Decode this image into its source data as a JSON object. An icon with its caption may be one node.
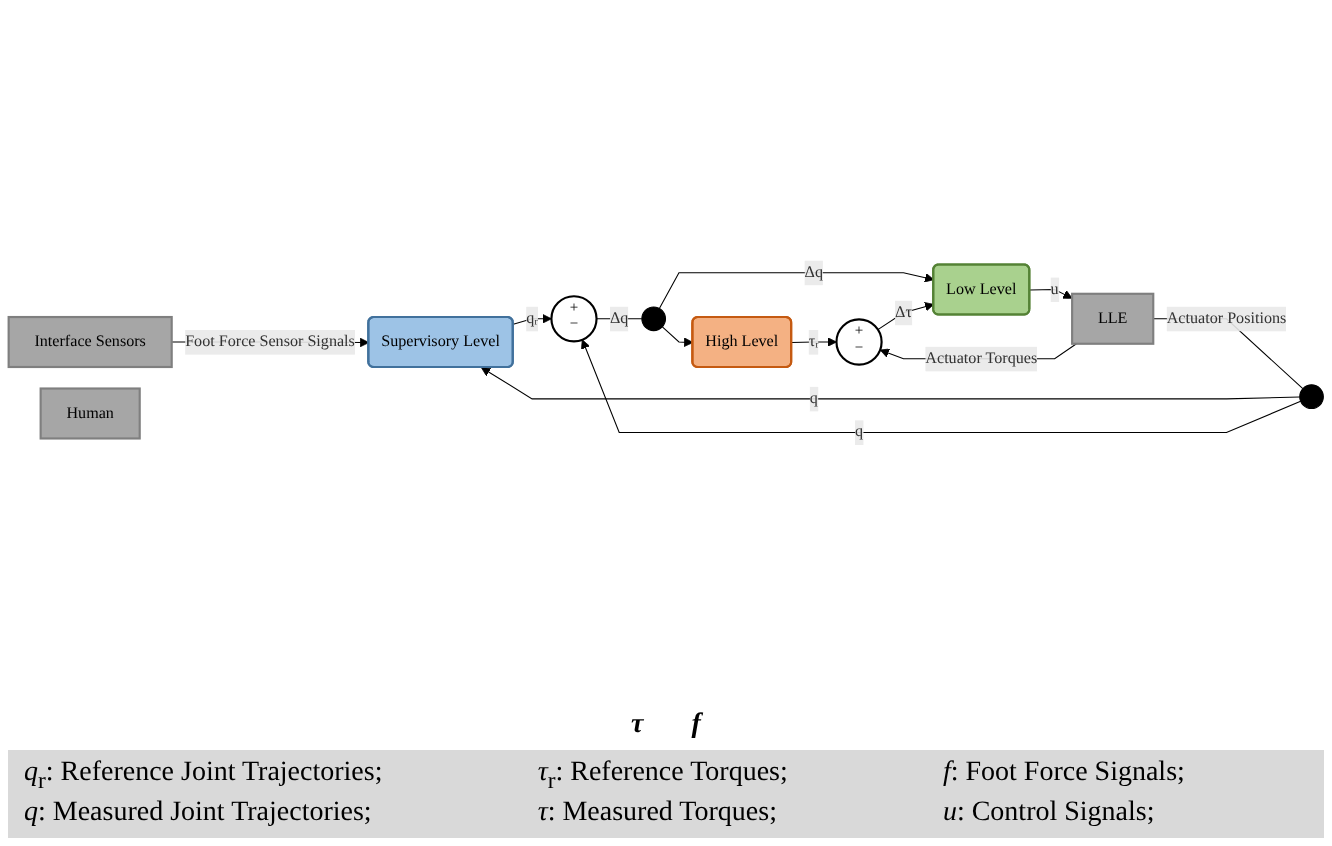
{
  "diagram": {
    "nodes": [
      {
        "text": [
          "Supervisory Level"
        ]
      },
      {
        "text": [
          "+",
          "−"
        ]
      },
      {
        "text": [],
        "shape": "circle"
      },
      {
        "text": [
          "High Level"
        ]
      },
      {
        "text": [
          "+",
          "−"
        ]
      },
      {
        "text": [
          "Low Level"
        ]
      },
      {
        "text": [
          "LLE"
        ]
      },
      {
        "text": [
          "Interface Sensors"
        ]
      },
      {
        "text": [
          "Human"
        ]
      },
      {
        "text": [],
        "shape": "circle"
      }
    ],
    "edges": [
      {
        "from": 0,
        "to": 1,
        "arrow": "to",
        "label": "qᵣ"
      },
      {
        "from": 1,
        "to": 2,
        "arrow": "none",
        "label": "Δq"
      },
      {
        "from": 2,
        "to": 3,
        "arrow": "to"
      },
      {
        "from": 2,
        "to": 5,
        "arrow": "to",
        "label": "Δq"
      },
      {
        "from": 3,
        "to": 4,
        "arrow": "to",
        "label": "τᵣ"
      },
      {
        "from": 4,
        "to": 5,
        "arrow": "to",
        "label": "Δτ"
      },
      {
        "from": 5,
        "to": 6,
        "arrow": "to",
        "label": "u"
      },
      {
        "from": 6,
        "to": 4,
        "arrow": "to",
        "label": "Actuator Torques"
      },
      {
        "from": 6,
        "to": 9,
        "arrow": "none",
        "label": "Actuator Positions"
      },
      {
        "from": 9,
        "to": 0,
        "arrow": "to",
        "label": "q"
      },
      {
        "from": 9,
        "to": 1,
        "arrow": "to",
        "label": "q"
      },
      {
        "from": 7,
        "to": 0,
        "arrow": "to",
        "label": "Foot Force Sensor Signals"
      }
    ],
    "labels": [
      "τ",
      "f",
      "*q*$_{r}$: Reference Joint Trajectories;",
      "*τ*$_{r}$: Reference Torques;",
      "*f*: Foot Force Signals;",
      "*q*: Measured Joint Trajectories;",
      "*τ*: Measured Torques;",
      "*u*: Control Signals;"
    ]
  }
}
